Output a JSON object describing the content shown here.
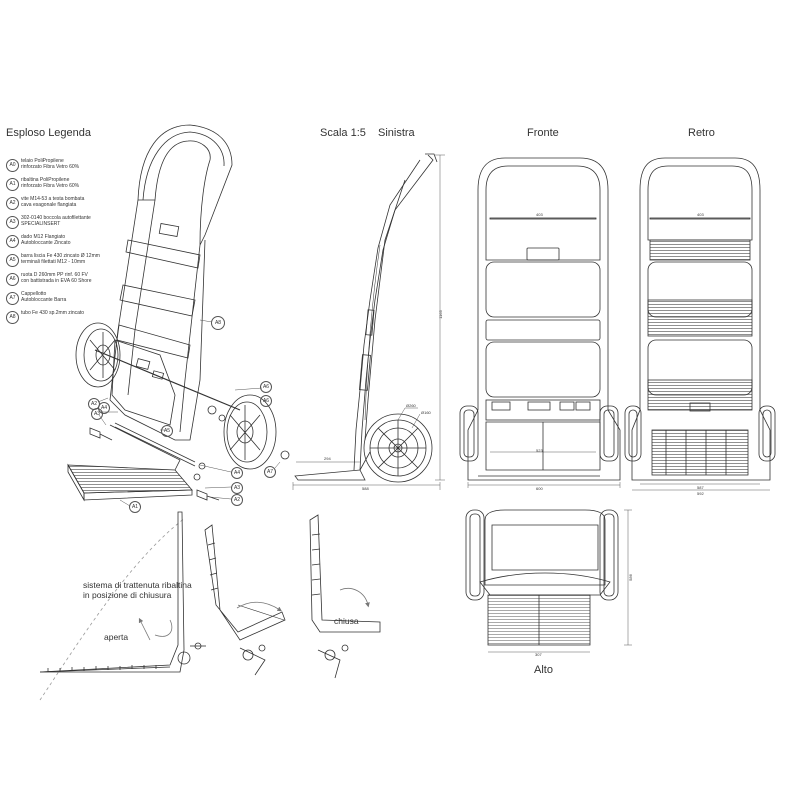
{
  "headers": {
    "esploso": "Esploso Legenda",
    "scala": "Scala 1:5",
    "sinistra": "Sinistra",
    "fronte": "Fronte",
    "retro": "Retro",
    "alto": "Alto"
  },
  "legend": [
    {
      "code": "A0",
      "text": "telaio PoliPropilene\nrinforzato Fibra Vetro 60%"
    },
    {
      "code": "A1",
      "text": "ribaltina PoliPropilene\nrinforzato Fibra Vetro 60%"
    },
    {
      "code": "A2",
      "text": "vite M14-53 a testa bombata\ncava esagonale flangiata"
    },
    {
      "code": "A3",
      "text": "302-0140 boccola autofilettante\nSPECIALINSERT"
    },
    {
      "code": "A4",
      "text": "dado M12 Flangiato\nAutobloccante Zincato"
    },
    {
      "code": "A5",
      "text": "barra liscia Fe 430 zincato Ø 12mm\nterminali filettati M12 - 10mm"
    },
    {
      "code": "A6",
      "text": "ruota D 260mm  PP rinf. 60 FV\ncon battistrada in EVA 60 Shore"
    },
    {
      "code": "A7",
      "text": "Cappellotto\nAutobloccante Barra"
    },
    {
      "code": "A8",
      "text": "tubo Fe 430 sp.2mm zincato"
    }
  ],
  "callouts": {
    "a0": "A0",
    "a1": "A1",
    "a2a": "A2",
    "a2b": "A2",
    "a3a": "A3",
    "a3b": "A3",
    "a4a": "A4",
    "a4b": "A4",
    "a5": "A5",
    "a6a": "A6",
    "a6b": "A6",
    "a7": "A7",
    "a8": "A8"
  },
  "dimensions": {
    "side_height": "1165",
    "side_depth": "588",
    "side_plate": "294",
    "wheel_outer": "Ø260",
    "wheel_inner": "Ø160",
    "front_top": "403",
    "front_mid": "523",
    "front_bottom": "600",
    "back_top": "403",
    "back_w1": "587",
    "back_w2": "592",
    "top_depth": "586",
    "top_width": "307"
  },
  "notes": {
    "sistema": "sistema di trattenuta ribaltina\nin posizione di chiusura",
    "aperta": "aperta",
    "chiusa": "chiusa"
  }
}
